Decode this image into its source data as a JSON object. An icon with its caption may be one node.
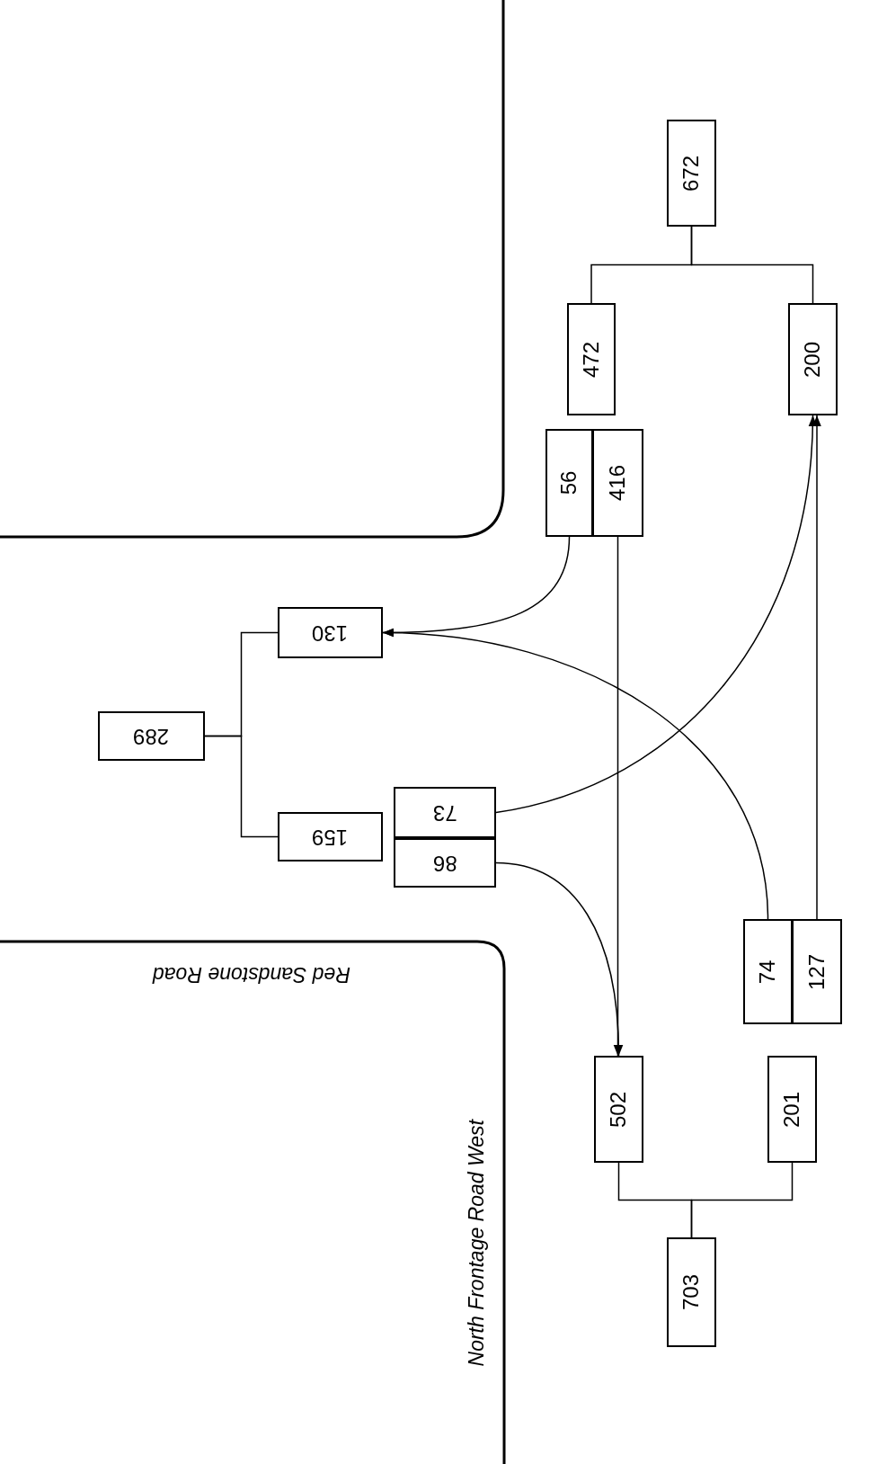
{
  "diagram": {
    "nodes": [
      {
        "text": [
          "672"
        ]
      },
      {
        "text": [
          "472"
        ]
      },
      {
        "text": [
          "200"
        ]
      },
      {
        "text": [
          "56"
        ]
      },
      {
        "text": [
          "416"
        ]
      },
      {
        "text": [
          "289"
        ]
      },
      {
        "text": [
          "130"
        ]
      },
      {
        "text": [
          "159"
        ]
      },
      {
        "text": [
          "73"
        ]
      },
      {
        "text": [
          "86"
        ]
      },
      {
        "text": [
          "74"
        ]
      },
      {
        "text": [
          "127"
        ]
      },
      {
        "text": [
          "703"
        ]
      },
      {
        "text": [
          "502"
        ]
      },
      {
        "text": [
          "201"
        ]
      }
    ],
    "edges": [
      {
        "from": 0,
        "to": 1,
        "arrow": "none"
      },
      {
        "from": 0,
        "to": 2,
        "arrow": "none"
      },
      {
        "from": 5,
        "to": 6,
        "arrow": "none"
      },
      {
        "from": 5,
        "to": 7,
        "arrow": "none"
      },
      {
        "from": 12,
        "to": 13,
        "arrow": "none"
      },
      {
        "from": 12,
        "to": 14,
        "arrow": "none"
      },
      {
        "from": 3,
        "to": 6,
        "arrow": "to"
      },
      {
        "from": 4,
        "to": 13,
        "arrow": "to"
      },
      {
        "from": 8,
        "to": 2,
        "arrow": "to"
      },
      {
        "from": 9,
        "to": 13,
        "arrow": "to"
      },
      {
        "from": 10,
        "to": 6,
        "arrow": "to"
      },
      {
        "from": 11,
        "to": 2,
        "arrow": "to"
      }
    ],
    "labels": [
      "Red Sandstone Road",
      "North Frontage Road West"
    ]
  }
}
